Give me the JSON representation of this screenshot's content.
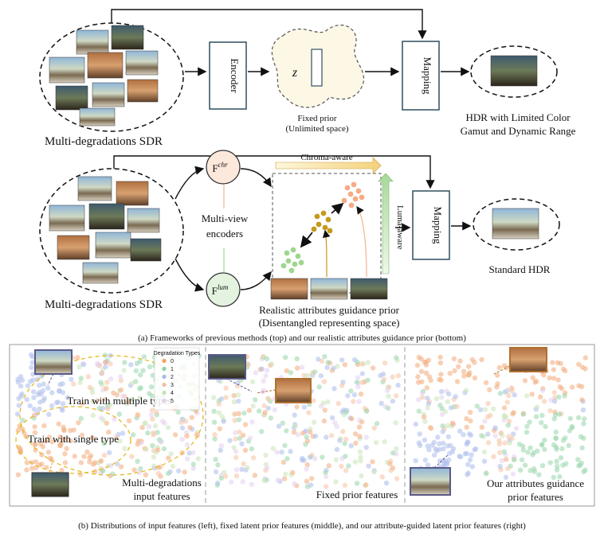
{
  "top": {
    "input_label": "Multi-degradations SDR",
    "encoder_label": "Encoder",
    "prior_symbol": "z",
    "prior_caption_line1": "Fixed prior",
    "prior_caption_line2": "(Unlimited space)",
    "mapping_label": "Mapping",
    "output_line1": "HDR with Limited Color",
    "output_line2": "Gamut and Dynamic Range"
  },
  "bottom": {
    "input_label": "Multi-degradations SDR",
    "fchr_base": "F",
    "fchr_sup": "chr",
    "flum_base": "F",
    "flum_sup": "lum",
    "encoders_line1": "Multi-view",
    "encoders_line2": "encoders",
    "chroma_label": "Chroma-aware",
    "luma_label": "Luma-aware",
    "mapping_label": "Mapping",
    "output_label": "Standard HDR",
    "prior_caption_line1": "Realistic attributes guidance prior",
    "prior_caption_line2": "(Disentangled representing space)"
  },
  "caption_a": "(a) Frameworks of previous methods (top) and our realistic attributes guidance prior (bottom)",
  "panel_b": {
    "legend": {
      "title": "Degradation Types",
      "entries": [
        "0",
        "1",
        "2",
        "3",
        "4",
        "5"
      ],
      "colors": [
        "#f4a261",
        "#8fd3a8",
        "#a8b8e8",
        "#f0c0a0",
        "#c8e0b0",
        "#e8d0f0"
      ]
    },
    "left": {
      "train_multi": "Train with multiple types",
      "train_single": "Train with single type",
      "caption_line1": "Multi-degradations",
      "caption_line2": "input features"
    },
    "middle": {
      "caption": "Fixed prior features"
    },
    "right": {
      "caption_line1": "Our attributes guidance",
      "caption_line2": "prior features"
    }
  },
  "caption_b": "(b) Distributions of input features (left), fixed latent prior features (middle), and our attribute-guided latent prior features (right)"
}
